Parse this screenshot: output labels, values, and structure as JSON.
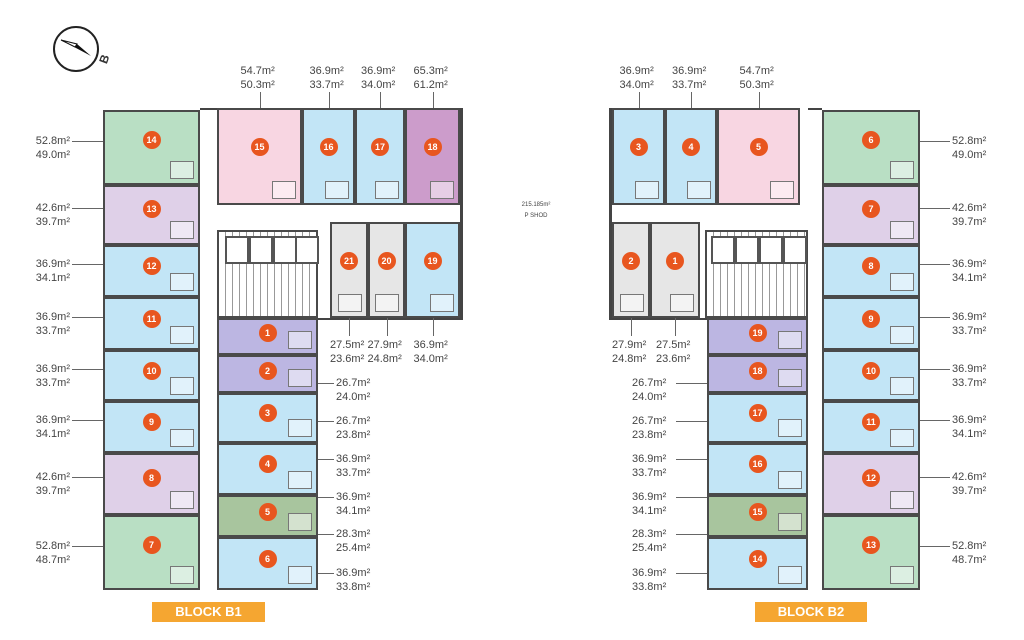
{
  "colors": {
    "green": "#b9dfc4",
    "lavender": "#dfd0e8",
    "blue": "#c2e5f6",
    "pink": "#f8d6e2",
    "purple": "#cc9ccb",
    "periwinkle": "#bcb6e2",
    "darkgreen": "#a8c59e",
    "gray": "#e6e6e6",
    "badge": "#e8561f",
    "block_label": "#f5a631"
  },
  "compass": {
    "label": "B"
  },
  "shop": {
    "area": "215.185m²",
    "label": "P SHOD"
  },
  "blocks": [
    {
      "id": "b1",
      "label": "BLOCK B1",
      "units": [
        {
          "no": "14",
          "type": "green",
          "gross": "52.8m²",
          "net": "49.0m²"
        },
        {
          "no": "13",
          "type": "lavender",
          "gross": "42.6m²",
          "net": "39.7m²"
        },
        {
          "no": "12",
          "type": "blue",
          "gross": "36.9m²",
          "net": "34.1m²"
        },
        {
          "no": "11",
          "type": "blue",
          "gross": "36.9m²",
          "net": "33.7m²"
        },
        {
          "no": "10",
          "type": "blue",
          "gross": "36.9m²",
          "net": "33.7m²"
        },
        {
          "no": "9",
          "type": "blue",
          "gross": "36.9m²",
          "net": "34.1m²"
        },
        {
          "no": "8",
          "type": "lavender",
          "gross": "42.6m²",
          "net": "39.7m²"
        },
        {
          "no": "7",
          "type": "green",
          "gross": "52.8m²",
          "net": "48.7m²"
        },
        {
          "no": "1",
          "type": "periwinkle",
          "gross": "26.7m²",
          "net": "24.0m²"
        },
        {
          "no": "2",
          "type": "periwinkle",
          "gross": "26.7m²",
          "net": "23.8m²"
        },
        {
          "no": "3",
          "type": "blue",
          "gross": "36.9m²",
          "net": "33.7m²"
        },
        {
          "no": "4",
          "type": "blue",
          "gross": "36.9m²",
          "net": "34.1m²"
        },
        {
          "no": "5",
          "type": "darkgreen",
          "gross": "28.3m²",
          "net": "25.4m²"
        },
        {
          "no": "6",
          "type": "blue",
          "gross": "36.9m²",
          "net": "33.8m²"
        },
        {
          "no": "15",
          "type": "pink",
          "gross": "54.7m²",
          "net": "50.3m²"
        },
        {
          "no": "16",
          "type": "blue",
          "gross": "36.9m²",
          "net": "33.7m²"
        },
        {
          "no": "17",
          "type": "blue",
          "gross": "36.9m²",
          "net": "34.0m²"
        },
        {
          "no": "18",
          "type": "purple",
          "gross": "65.3m²",
          "net": "61.2m²"
        },
        {
          "no": "21",
          "type": "gray",
          "gross": "27.5m²",
          "net": "23.6m²"
        },
        {
          "no": "20",
          "type": "gray",
          "gross": "27.9m²",
          "net": "24.8m²"
        },
        {
          "no": "19",
          "type": "blue",
          "gross": "36.9m²",
          "net": "34.0m²"
        }
      ]
    },
    {
      "id": "b2",
      "label": "BLOCK B2",
      "units": [
        {
          "no": "6",
          "type": "green",
          "gross": "52.8m²",
          "net": "49.0m²"
        },
        {
          "no": "7",
          "type": "lavender",
          "gross": "42.6m²",
          "net": "39.7m²"
        },
        {
          "no": "8",
          "type": "blue",
          "gross": "36.9m²",
          "net": "34.1m²"
        },
        {
          "no": "9",
          "type": "blue",
          "gross": "36.9m²",
          "net": "33.7m²"
        },
        {
          "no": "10",
          "type": "blue",
          "gross": "36.9m²",
          "net": "33.7m²"
        },
        {
          "no": "11",
          "type": "blue",
          "gross": "36.9m²",
          "net": "34.1m²"
        },
        {
          "no": "12",
          "type": "lavender",
          "gross": "42.6m²",
          "net": "39.7m²"
        },
        {
          "no": "13",
          "type": "green",
          "gross": "52.8m²",
          "net": "48.7m²"
        },
        {
          "no": "19",
          "type": "periwinkle",
          "gross": "26.7m²",
          "net": "24.0m²"
        },
        {
          "no": "18",
          "type": "periwinkle",
          "gross": "26.7m²",
          "net": "23.8m²"
        },
        {
          "no": "17",
          "type": "blue",
          "gross": "36.9m²",
          "net": "33.7m²"
        },
        {
          "no": "16",
          "type": "blue",
          "gross": "36.9m²",
          "net": "34.1m²"
        },
        {
          "no": "15",
          "type": "darkgreen",
          "gross": "28.3m²",
          "net": "25.4m²"
        },
        {
          "no": "14",
          "type": "blue",
          "gross": "36.9m²",
          "net": "33.8m²"
        },
        {
          "no": "3",
          "type": "blue",
          "gross": "36.9m²",
          "net": "34.0m²"
        },
        {
          "no": "4",
          "type": "blue",
          "gross": "36.9m²",
          "net": "33.7m²"
        },
        {
          "no": "5",
          "type": "pink",
          "gross": "54.7m²",
          "net": "50.3m²"
        },
        {
          "no": "2",
          "type": "gray",
          "gross": "27.9m²",
          "net": "24.8m²"
        },
        {
          "no": "1",
          "type": "gray",
          "gross": "27.5m²",
          "net": "23.6m²"
        }
      ]
    }
  ]
}
